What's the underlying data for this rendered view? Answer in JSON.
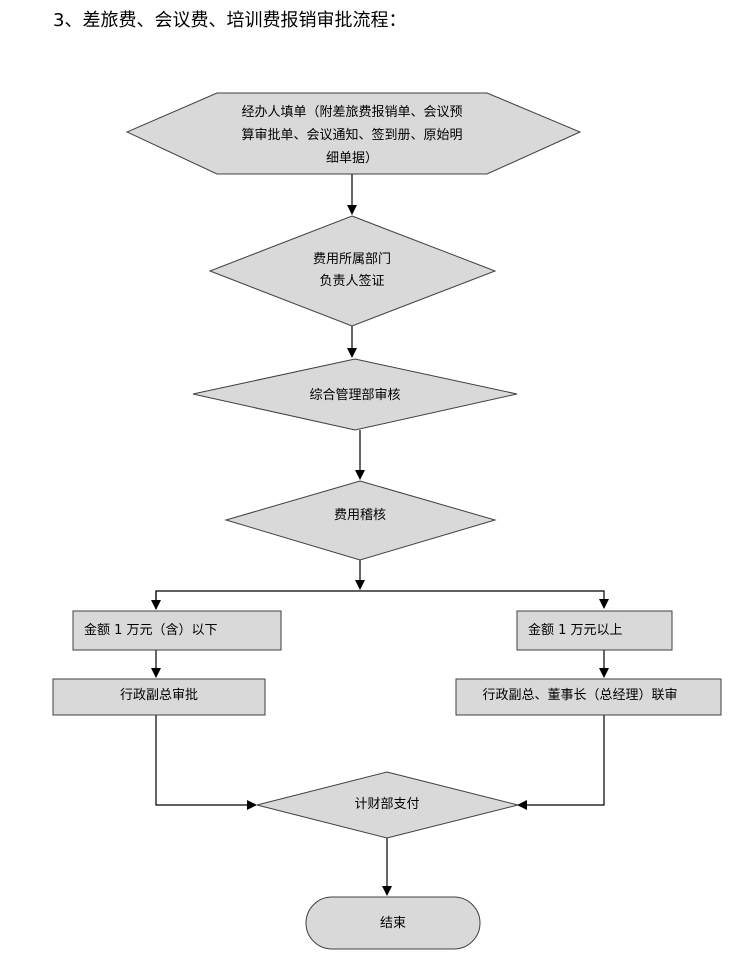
{
  "heading": "3、差旅费、会议费、培训费报销审批流程：",
  "nodes": {
    "fill_form": {
      "lines": [
        "经办人填单（附差旅费报销单、会议预",
        "算审批单、会议通知、签到册、原始明",
        "细单据）"
      ]
    },
    "dept_sign": {
      "lines": [
        "费用所属部门",
        "负责人签证"
      ]
    },
    "admin_review": {
      "label": "综合管理部审核"
    },
    "cost_audit": {
      "label": "费用稽核"
    },
    "amount_below": {
      "label": "金额 1 万元（含）以下"
    },
    "amount_above": {
      "label": "金额 1 万元以上"
    },
    "vp_approve": {
      "label": "行政副总审批"
    },
    "joint_approve": {
      "label": "行政副总、董事长（总经理）联审"
    },
    "finance_pay": {
      "label": "计财部支付"
    },
    "end": {
      "label": "结束"
    }
  }
}
